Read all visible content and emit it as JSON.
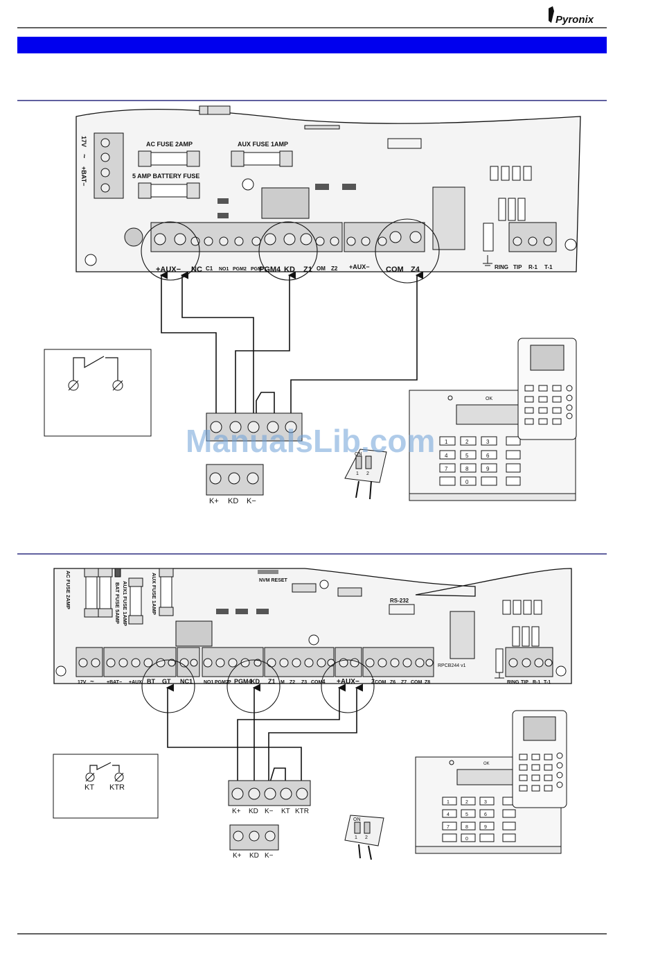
{
  "header": {
    "logo_text": "Pyronix"
  },
  "watermark": "ManualsLib.com",
  "colors": {
    "blue_bar": "#0000ee",
    "rule": "#000066",
    "board_fill": "#f4f4f4",
    "terminal_fill": "#d4d4d4",
    "wire": "#111111"
  },
  "diagram1": {
    "fuses": {
      "ac": "AC FUSE 2AMP",
      "aux": "AUX FUSE 1AMP",
      "battery": "5 AMP BATTERY FUSE"
    },
    "power_labels": [
      "17V",
      "~",
      "+BAT−"
    ],
    "terminals": {
      "aux": "+AUX−",
      "nc": "NC",
      "c1": "C1",
      "no1": "NO1",
      "pgm2": "PGM2",
      "pgm_cut": "PGM",
      "pgm4": "PGM4",
      "kd": "KD",
      "z1": "Z1",
      "com_cut": "OM",
      "z2": "Z2",
      "aux2": "+AUX−",
      "com": "COM",
      "z4": "Z4",
      "ring": "RING",
      "tip": "TIP",
      "r1": "R-1",
      "t1": "T-1"
    },
    "keypad_terminals": [
      "K+",
      "KD",
      "K−"
    ]
  },
  "diagram2": {
    "labels": {
      "nvm": "NVM RESET",
      "rs232": "RS-232",
      "board_id": "RPCB244 v1"
    },
    "fuses": {
      "ac": "AC FUSE 2AMP",
      "bat": "BAT FUSE 5AMP",
      "aux1": "AUX1 FUSE 1AMP",
      "aux": "AUX FUSE 1AMP"
    },
    "terminals": {
      "v17": "17V",
      "tilde": "~",
      "bat": "+BAT−",
      "aux1": "+AUX",
      "bt": "BT",
      "gt": "GT",
      "nc1": "NC1",
      "no1": "NO1",
      "pgm2": "PGM2",
      "pgm_cut": "P",
      "pgm4": "PGM4",
      "kd": "KD",
      "z1": "Z1",
      "m": "M",
      "z2": "Z2",
      "z3": "Z3",
      "com": "COM",
      "four": "4",
      "aux": "+AUX−",
      "z_cut": "Z",
      "com2": "COM",
      "z6": "Z6",
      "z7": "Z7",
      "com3": "COM",
      "z8": "Z8",
      "ring": "RING",
      "tip": "TIP",
      "r1": "R-1",
      "t1": "T-1"
    },
    "contact_labels": [
      "KT",
      "KTR"
    ],
    "keypad_terminals": [
      "K+",
      "KD",
      "K−",
      "KT",
      "KTR"
    ],
    "keypad_terminals_b": [
      "K+",
      "KD",
      "K−"
    ]
  },
  "dip": {
    "on": "ON",
    "sw1": "1",
    "sw2": "2"
  },
  "keypad": {
    "ok": "OK",
    "keys": [
      "1",
      "2",
      "3",
      "4",
      "5",
      "6",
      "7",
      "8",
      "9",
      "0"
    ]
  }
}
